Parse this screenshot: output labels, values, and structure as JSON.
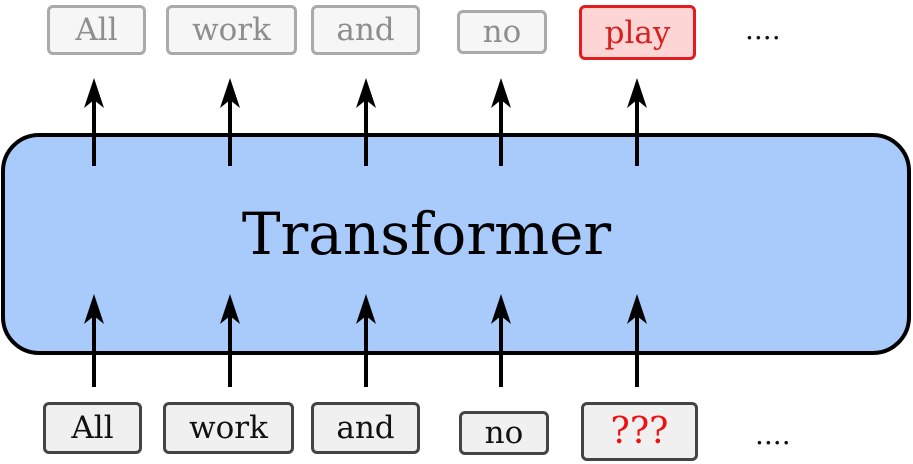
{
  "model": {
    "label": "Transformer",
    "fill_color": "#a9cbfc"
  },
  "output_tokens": [
    "All",
    "work",
    "and",
    "no",
    "play"
  ],
  "output_ellipsis": "....",
  "input_tokens": [
    "All",
    "work",
    "and",
    "no",
    "???"
  ],
  "input_ellipsis": "....",
  "colors": {
    "predicted": "#e11d1d",
    "output_text": "#8e8e8e",
    "input_text": "#111111"
  }
}
